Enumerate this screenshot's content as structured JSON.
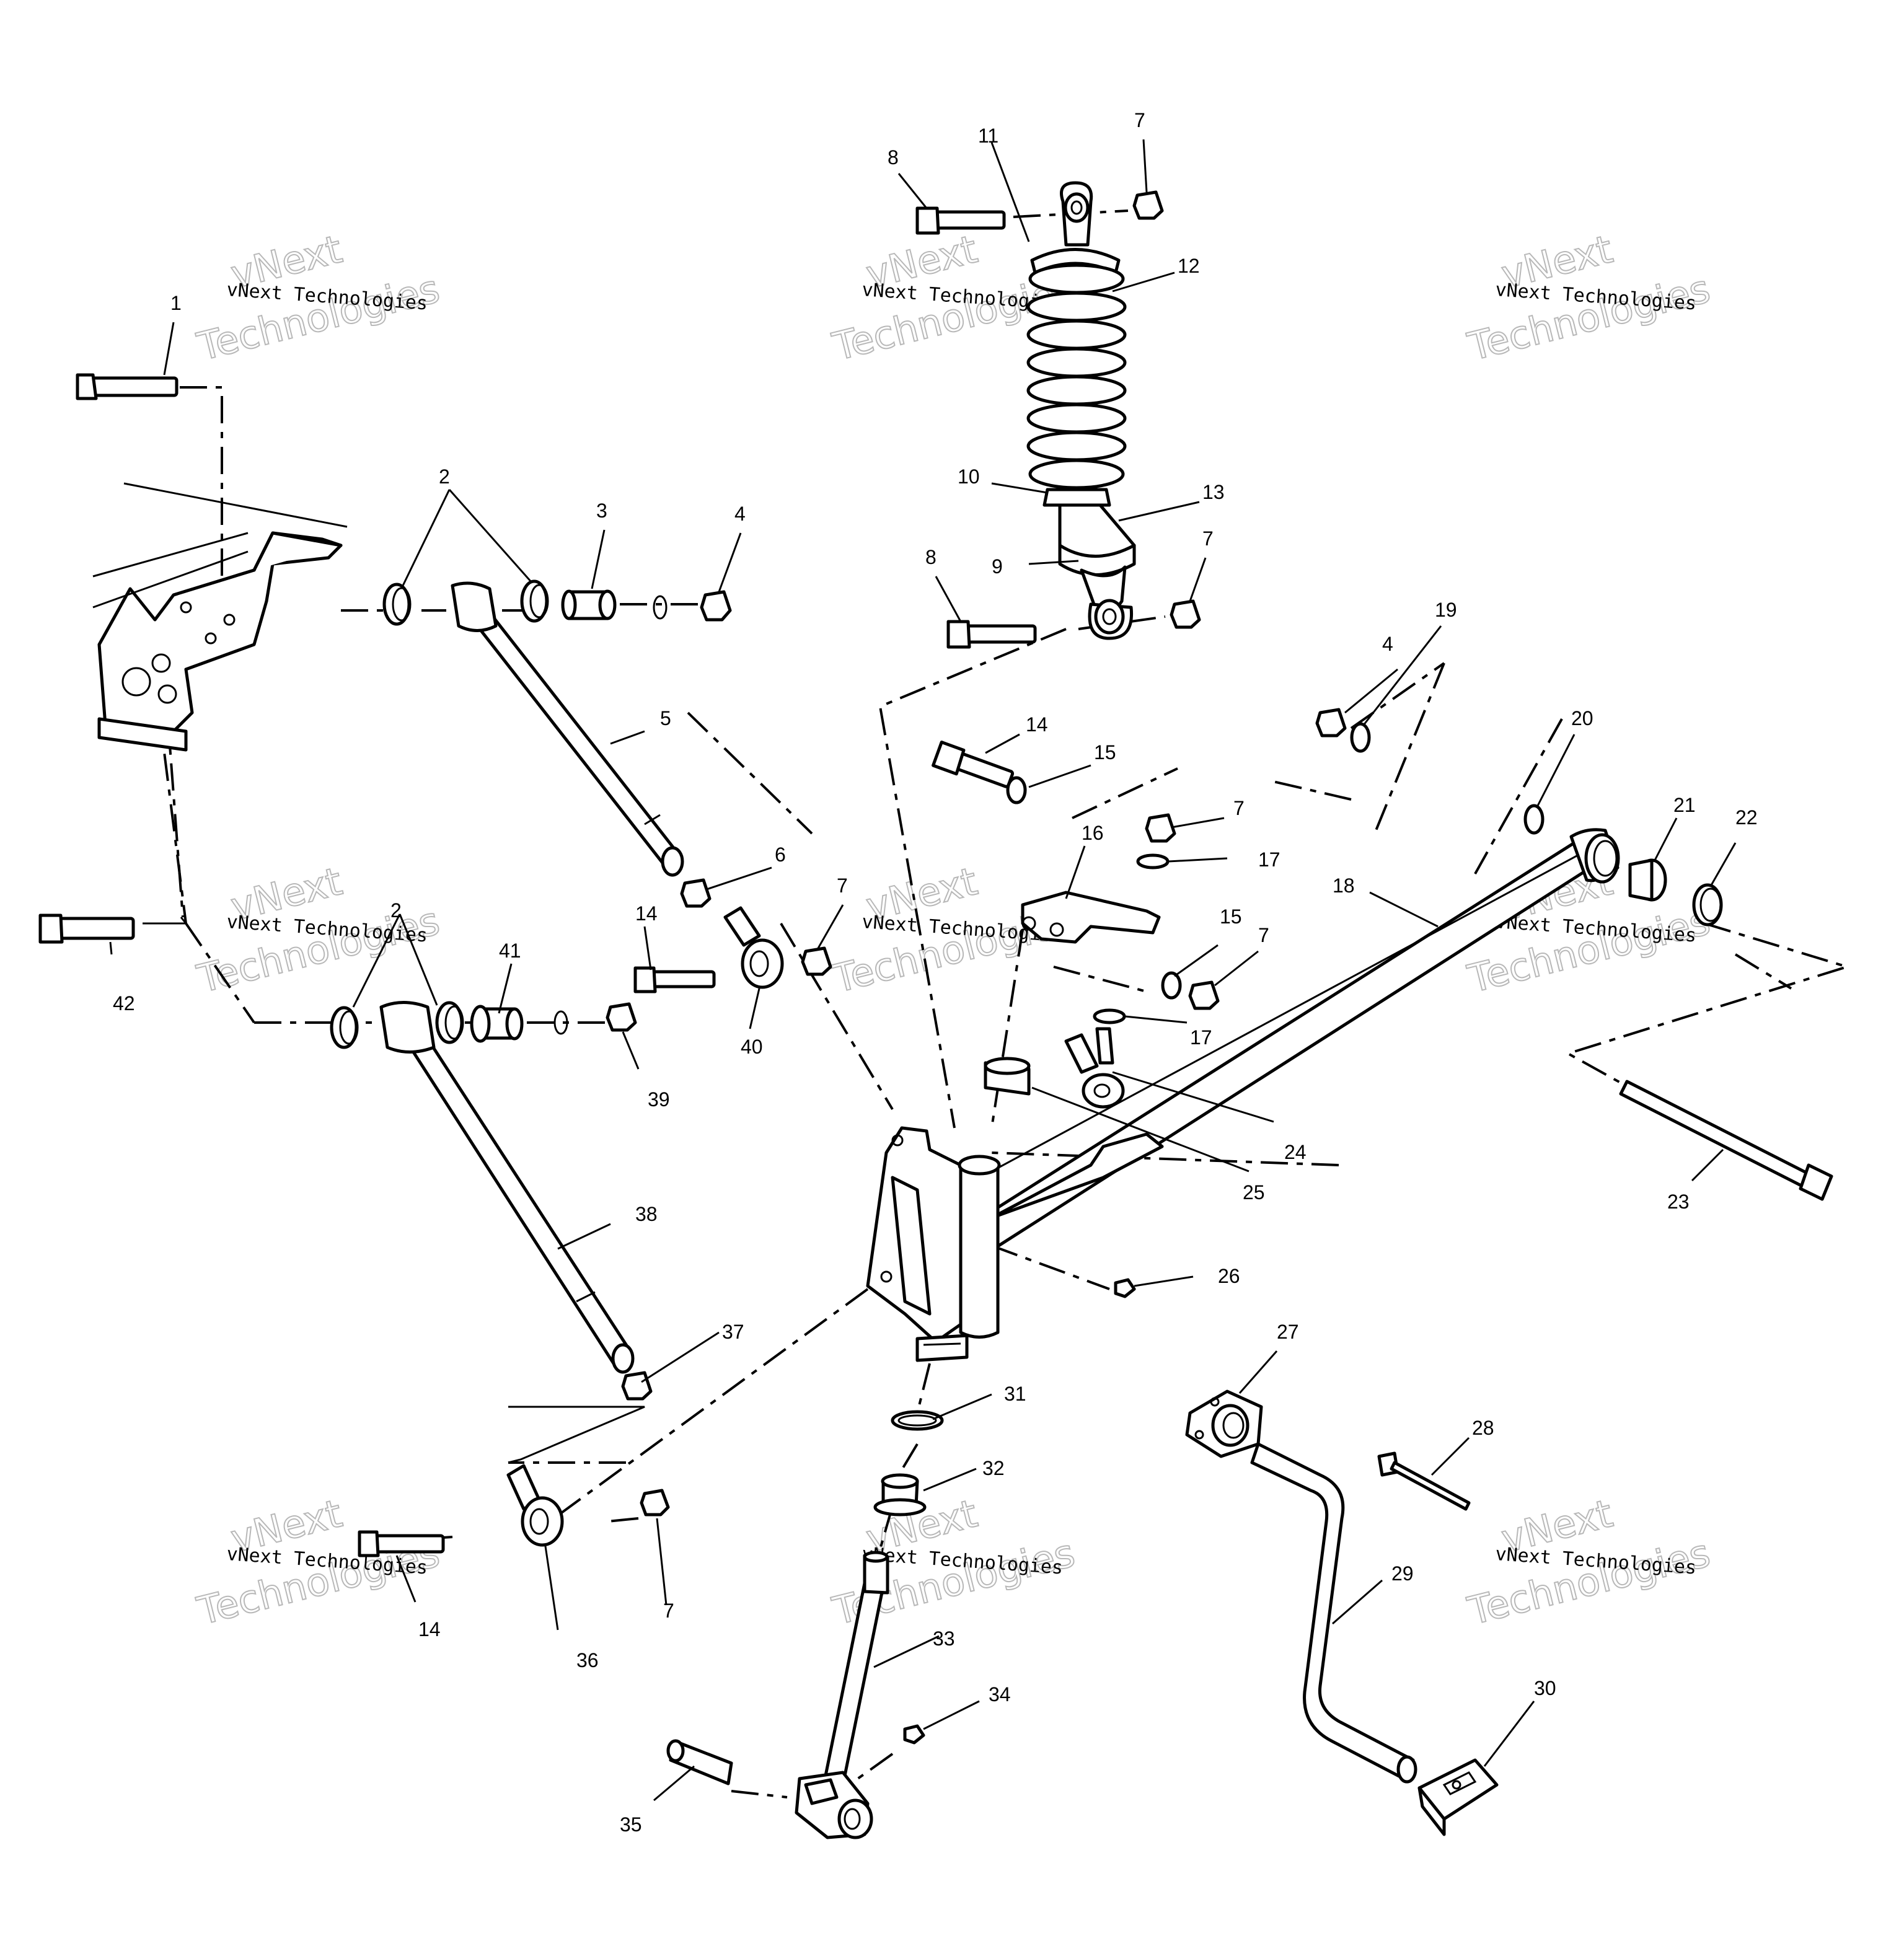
{
  "watermark": {
    "line1": "vNext",
    "line2": "vNext Technologies",
    "line3": "Technologies"
  },
  "callouts": [
    {
      "id": "c1",
      "label": "1"
    },
    {
      "id": "c2a",
      "label": "2"
    },
    {
      "id": "c2b",
      "label": "2"
    },
    {
      "id": "c3",
      "label": "3"
    },
    {
      "id": "c4a",
      "label": "4"
    },
    {
      "id": "c4b",
      "label": "4"
    },
    {
      "id": "c5",
      "label": "5"
    },
    {
      "id": "c6",
      "label": "6"
    },
    {
      "id": "c7a",
      "label": "7"
    },
    {
      "id": "c7b",
      "label": "7"
    },
    {
      "id": "c7c",
      "label": "7"
    },
    {
      "id": "c7d",
      "label": "7"
    },
    {
      "id": "c7e",
      "label": "7"
    },
    {
      "id": "c7f",
      "label": "7"
    },
    {
      "id": "c8a",
      "label": "8"
    },
    {
      "id": "c8b",
      "label": "8"
    },
    {
      "id": "c9",
      "label": "9"
    },
    {
      "id": "c10",
      "label": "10"
    },
    {
      "id": "c11",
      "label": "11"
    },
    {
      "id": "c12",
      "label": "12"
    },
    {
      "id": "c13",
      "label": "13"
    },
    {
      "id": "c14a",
      "label": "14"
    },
    {
      "id": "c14b",
      "label": "14"
    },
    {
      "id": "c14c",
      "label": "14"
    },
    {
      "id": "c15a",
      "label": "15"
    },
    {
      "id": "c15b",
      "label": "15"
    },
    {
      "id": "c16",
      "label": "16"
    },
    {
      "id": "c17a",
      "label": "17"
    },
    {
      "id": "c17b",
      "label": "17"
    },
    {
      "id": "c18",
      "label": "18"
    },
    {
      "id": "c19",
      "label": "19"
    },
    {
      "id": "c20",
      "label": "20"
    },
    {
      "id": "c21",
      "label": "21"
    },
    {
      "id": "c22",
      "label": "22"
    },
    {
      "id": "c23",
      "label": "23"
    },
    {
      "id": "c24",
      "label": "24"
    },
    {
      "id": "c25",
      "label": "25"
    },
    {
      "id": "c26",
      "label": "26"
    },
    {
      "id": "c27",
      "label": "27"
    },
    {
      "id": "c28",
      "label": "28"
    },
    {
      "id": "c29",
      "label": "29"
    },
    {
      "id": "c30",
      "label": "30"
    },
    {
      "id": "c31",
      "label": "31"
    },
    {
      "id": "c32",
      "label": "32"
    },
    {
      "id": "c33",
      "label": "33"
    },
    {
      "id": "c34",
      "label": "34"
    },
    {
      "id": "c35",
      "label": "35"
    },
    {
      "id": "c36",
      "label": "36"
    },
    {
      "id": "c37",
      "label": "37"
    },
    {
      "id": "c38",
      "label": "38"
    },
    {
      "id": "c39",
      "label": "39"
    },
    {
      "id": "c40",
      "label": "40"
    },
    {
      "id": "c41",
      "label": "41"
    },
    {
      "id": "c42",
      "label": "42"
    }
  ]
}
